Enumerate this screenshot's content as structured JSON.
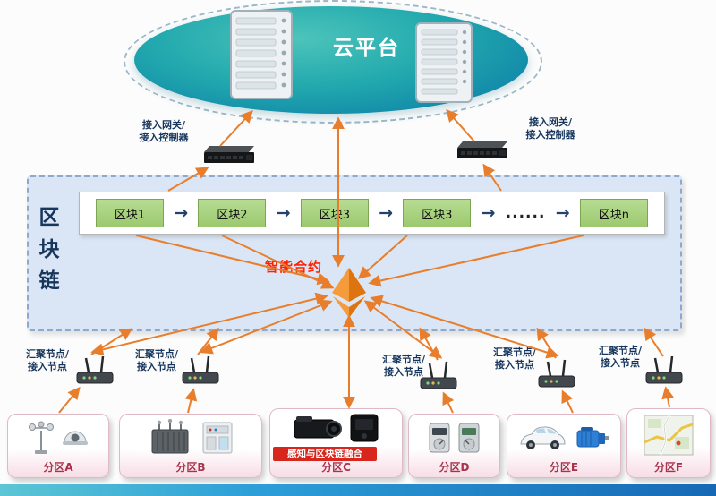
{
  "cloud": {
    "label": "云平台"
  },
  "gateway": {
    "label_line1": "接入网关/",
    "label_line2": "接入控制器"
  },
  "blockchain": {
    "side_label_chars": [
      "区",
      "块",
      "链"
    ],
    "blocks": [
      "区块1",
      "区块2",
      "区块3",
      "区块3",
      "......",
      "区块n"
    ],
    "smart_contract": "智能合约"
  },
  "node": {
    "label_line1": "汇聚节点/",
    "label_line2": "接入节点"
  },
  "partitions": [
    {
      "label": "分区A"
    },
    {
      "label": "分区B"
    },
    {
      "label": "分区C",
      "banner": "感知与区块链融合"
    },
    {
      "label": "分区D"
    },
    {
      "label": "分区E"
    },
    {
      "label": "分区F"
    }
  ],
  "icons": {
    "flow_arrow": "→"
  },
  "colors": {
    "arrow_orange": "#E87E2B",
    "block_green": "#A8D08D",
    "cloud_teal": "#22A9AE",
    "chain_bg": "#DAE6F5",
    "smart_contract_red": "#FF2200",
    "partition_label_maroon": "#A6324B",
    "banner_red": "#D9261C"
  }
}
